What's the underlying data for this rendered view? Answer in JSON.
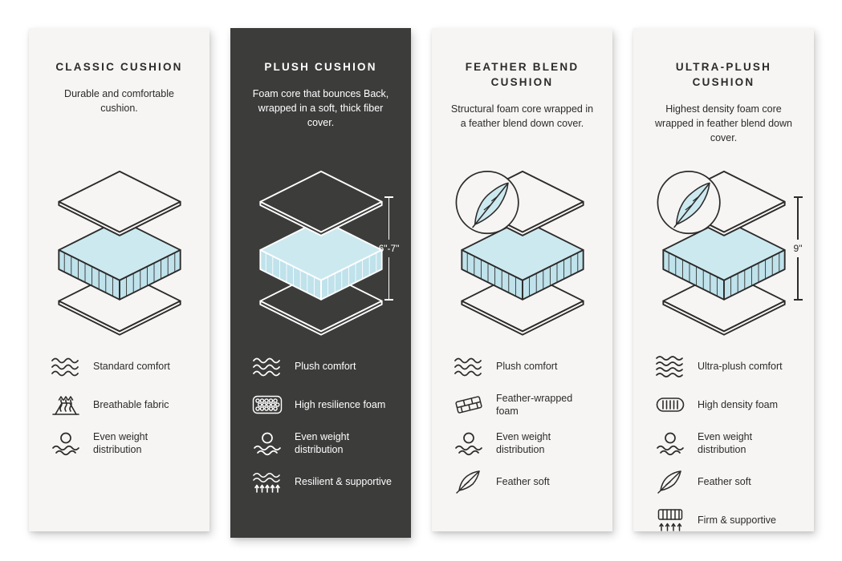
{
  "colors": {
    "light_panel": "#f6f5f3",
    "dark_panel": "#3c3c3b",
    "foam_top": "#cde9f0",
    "foam_side": "#bfe2eb",
    "text_dark": "#2c2b2a"
  },
  "panels": [
    {
      "id": "classic",
      "theme": "light",
      "title": "CLASSIC CUSHION",
      "description": "Durable and comfortable cushion.",
      "has_feather_badge": false,
      "measurement": null,
      "features": [
        {
          "icon": "waves-icon",
          "label": "Standard comfort"
        },
        {
          "icon": "breathable-fabric-icon",
          "label": "Breathable fabric"
        },
        {
          "icon": "weight-distribution-icon",
          "label": "Even weight distribution"
        }
      ]
    },
    {
      "id": "plush",
      "theme": "dark",
      "title": "PLUSH CUSHION",
      "description": "Foam core that bounces Back, wrapped in a soft, thick fiber cover.",
      "has_feather_badge": false,
      "measurement": "6\"-7\"",
      "features": [
        {
          "icon": "waves-icon",
          "label": "Plush comfort"
        },
        {
          "icon": "resilience-foam-icon",
          "label": "High resilience foam"
        },
        {
          "icon": "weight-distribution-icon",
          "label": "Even weight distribution"
        },
        {
          "icon": "resilient-supportive-icon",
          "label": "Resilient & supportive"
        }
      ]
    },
    {
      "id": "feather-blend",
      "theme": "light",
      "title": "FEATHER BLEND CUSHION",
      "description": "Structural foam core wrapped in a feather blend down cover.",
      "has_feather_badge": true,
      "measurement": null,
      "features": [
        {
          "icon": "waves-icon",
          "label": "Plush comfort"
        },
        {
          "icon": "feather-wrapped-foam-icon",
          "label": "Feather-wrapped foam"
        },
        {
          "icon": "weight-distribution-icon",
          "label": "Even weight distribution"
        },
        {
          "icon": "feather-icon",
          "label": "Feather soft"
        }
      ]
    },
    {
      "id": "ultra-plush",
      "theme": "light",
      "title": "ULTRA-PLUSH CUSHION",
      "description": "Highest density foam core wrapped in feather blend down cover.",
      "has_feather_badge": true,
      "measurement": "9\"",
      "features": [
        {
          "icon": "waves-icon",
          "label": "Ultra-plush comfort"
        },
        {
          "icon": "density-foam-icon",
          "label": "High density foam"
        },
        {
          "icon": "weight-distribution-icon",
          "label": "Even weight distribution"
        },
        {
          "icon": "feather-icon",
          "label": "Feather soft"
        },
        {
          "icon": "firm-supportive-icon",
          "label": "Firm & supportive"
        }
      ]
    }
  ]
}
